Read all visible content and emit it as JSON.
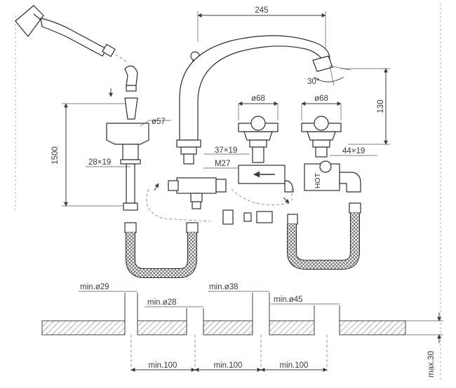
{
  "dimensions": {
    "spout_reach": "245",
    "spout_angle": "30°",
    "spout_height": "130",
    "handle_left_dia": "ø68",
    "handle_right_dia": "ø68",
    "flange_dia": "ø57",
    "hose_length": "1500",
    "thread_left": "28×19",
    "thread_center": "37×19",
    "thread_m27": "M27",
    "thread_right": "44×19",
    "hole1": "min.ø29",
    "hole2": "min.ø28",
    "hole3": "min.ø38",
    "hole4": "min.ø45",
    "spacing1": "min.100",
    "spacing2": "min.100",
    "spacing3": "min.100",
    "deck_thickness": "max.30"
  },
  "labels": {
    "valve_hot": "HOT"
  }
}
